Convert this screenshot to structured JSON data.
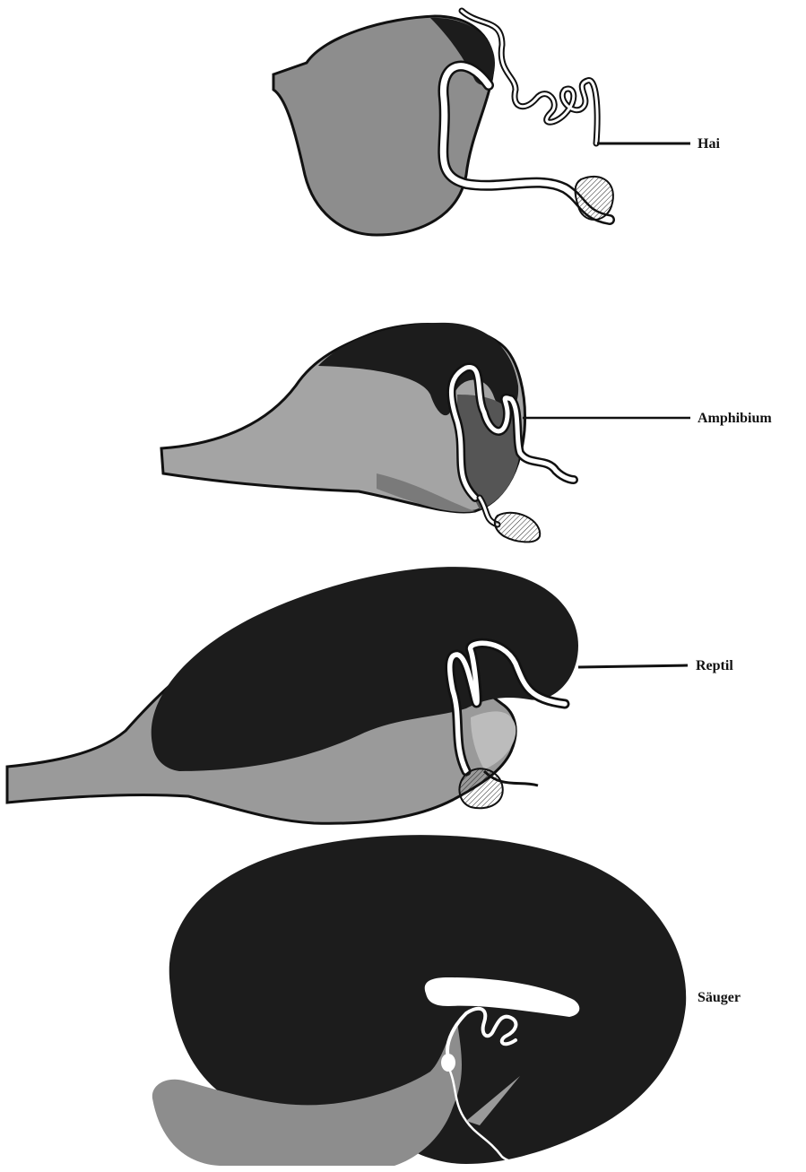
{
  "figure": {
    "labels": {
      "shark": "Hai",
      "amphibian": "Amphibium",
      "reptile": "Reptil",
      "mammal": "Säuger"
    }
  },
  "colors": {
    "background": "#ffffff",
    "pallium_dark": "#1c1c1c",
    "brain_gray": "#8d8d8d",
    "brain_light_gray": "#a4a4a4",
    "outline": "#111111",
    "pleat_white": "#ffffff"
  }
}
